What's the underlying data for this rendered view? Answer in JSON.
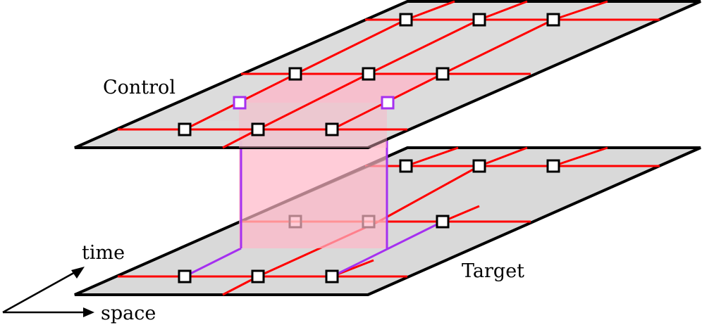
{
  "labels": {
    "control": "Control",
    "target": "Target",
    "time": "time",
    "space": "space"
  },
  "colors": {
    "plane_fill": "#d9d9d9",
    "plane_edge": "#000000",
    "lattice": "#ff0000",
    "highlight": "#a52ff0",
    "volume_fill": "#ffb6c8",
    "node_fill": "#ffffff"
  }
}
